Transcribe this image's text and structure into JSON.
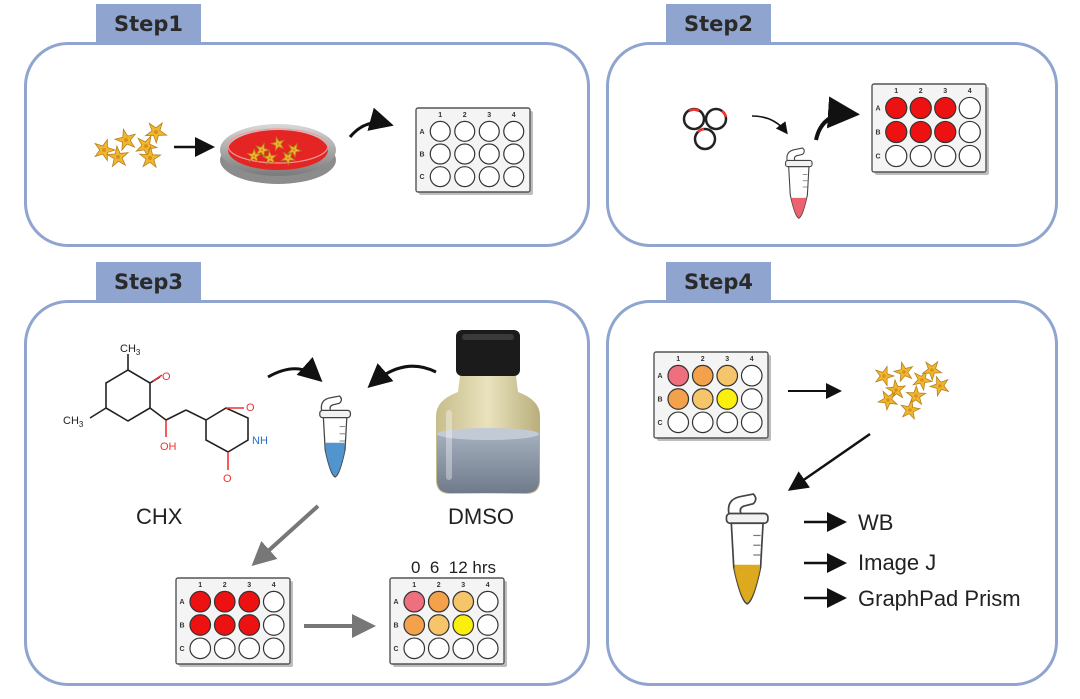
{
  "steps": [
    {
      "label": "Step1"
    },
    {
      "label": "Step2"
    },
    {
      "label": "Step3"
    },
    {
      "label": "Step4"
    }
  ],
  "plate": {
    "columns": [
      "1",
      "2",
      "3",
      "4"
    ],
    "rows": [
      "A",
      "B",
      "C"
    ]
  },
  "step3": {
    "compound_label": "CHX",
    "solvent_label": "DMSO",
    "timepoints_label": "0  6  12 hrs",
    "chem_ch3_top": "CH",
    "chem_ch3_top_sub": "3",
    "chem_ch3_left": "CH",
    "chem_ch3_left_sub": "3",
    "chem_o_ketone": "O",
    "chem_oh": "OH",
    "chem_o_upper": "O",
    "chem_nh": "NH",
    "chem_o_lower": "O"
  },
  "step4": {
    "outputs": [
      "WB",
      "Image J",
      "GraphPad Prism"
    ]
  },
  "colors": {
    "panel_border": "#8fa5cf",
    "tab_fill": "#8fa5cf",
    "transfected_well": "#ee1111",
    "time0_well": "#ee6f7d",
    "time6_well": "#f3a24b",
    "time12_well": "#f6c56a",
    "highlight_well": "#fbf00d",
    "cell": "#f0b72e",
    "culture_medium": "#e52424",
    "tube_red": "#e9525e",
    "tube_blue": "#3f88c8",
    "tube_gold": "#d9a007"
  }
}
